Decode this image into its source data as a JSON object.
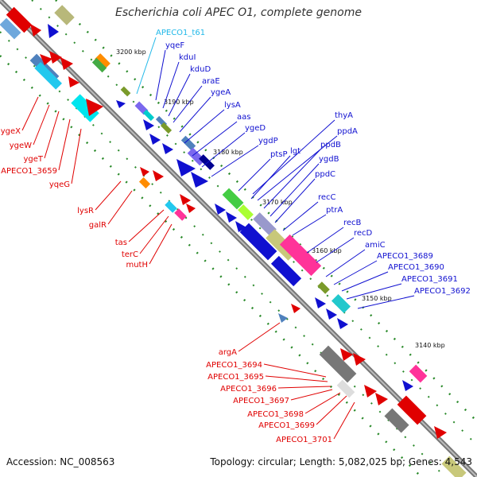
{
  "title": "Escherichia coli APEC O1, complete genome",
  "footer": {
    "accession": "Accession: NC_008563",
    "summary": "Topology: circular; Length: 5,082,025 bp; Genes: 4,543"
  },
  "colors": {
    "forward_label": "#1010d0",
    "reverse_label": "#e00000",
    "trna_label": "#20b8e8",
    "backbone": "#888888"
  },
  "ticks": [
    "3200 kbp",
    "3190 kbp",
    "3180 kbp",
    "3170 kbp",
    "3160 kbp",
    "3150 kbp",
    "3140 kbp"
  ],
  "upper_genes": [
    "APECO1_t61",
    "yqeF",
    "kduI",
    "kduD",
    "araE",
    "ygeA",
    "lysA",
    "aas",
    "ygeD",
    "ygdP",
    "ptsP",
    "lgt",
    "thyA",
    "ppdA",
    "ppdB",
    "ygdB",
    "ppdC",
    "recC",
    "ptrA",
    "recB",
    "recD",
    "amiC",
    "APECO1_3689",
    "APECO1_3690",
    "APECO1_3691",
    "APECO1_3692"
  ],
  "lower_genes": [
    "ygeX",
    "ygeW",
    "ygeT",
    "APECO1_3659",
    "yqeG",
    "lysR",
    "galR",
    "tas",
    "terC",
    "mutH",
    "argA",
    "APECO1_3694",
    "APECO1_3695",
    "APECO1_3696",
    "APECO1_3697",
    "APECO1_3698",
    "APECO1_3699",
    "APECO1_3701"
  ]
}
